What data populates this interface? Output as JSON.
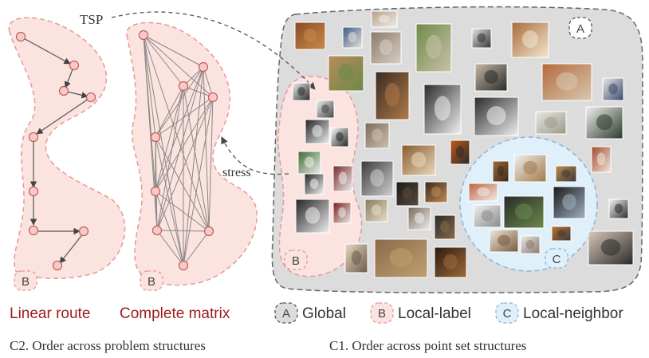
{
  "labels": {
    "tsp": "TSP",
    "stress": "stress",
    "badge_a": "A",
    "badge_b": "B",
    "badge_c": "C"
  },
  "legend": {
    "linear_route": "Linear route",
    "complete_matrix": "Complete matrix",
    "global": "Global",
    "local_label": "Local-label",
    "local_neighbor": "Local-neighbor"
  },
  "captions": {
    "c2": "C2. Order across problem structures",
    "c1": "C1. Order across point set structures"
  },
  "colors": {
    "linear_route_text": "#9b1c1c",
    "complete_matrix_text": "#9b1c1c",
    "region_b_fill": "#fbe3e0",
    "region_b_stroke": "#e59a96",
    "region_a_fill": "#dcdcdc",
    "region_a_stroke": "#666666",
    "region_c_fill": "#dff0fb",
    "region_c_stroke": "#8fb4d2",
    "node_fill": "#f8c9c7",
    "node_stroke": "#c0605c"
  }
}
